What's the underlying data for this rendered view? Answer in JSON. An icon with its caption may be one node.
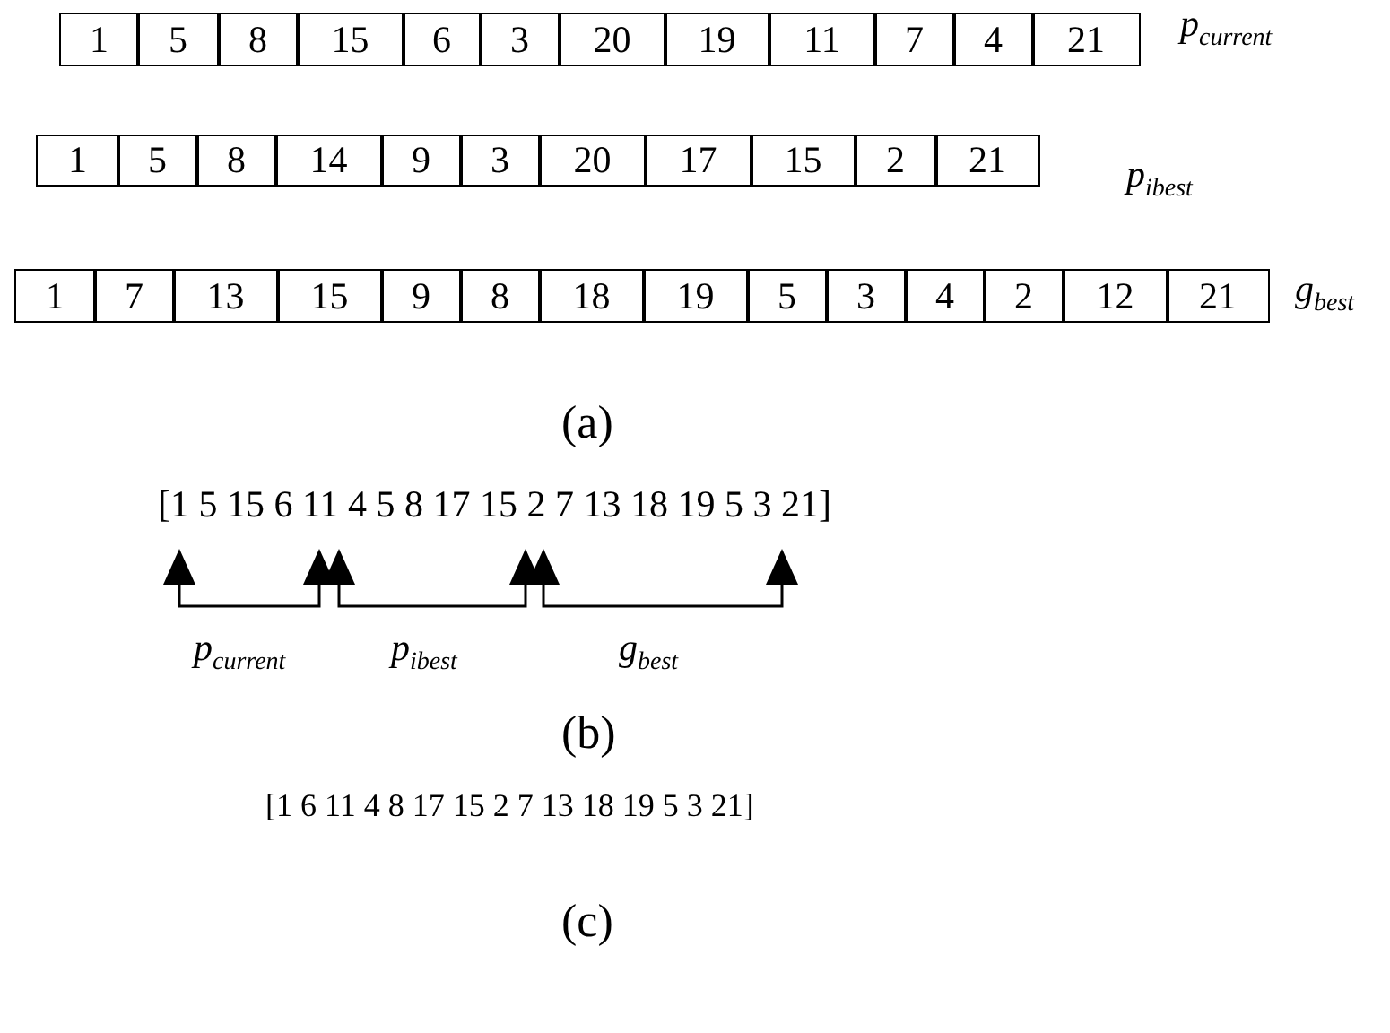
{
  "diagram": {
    "labels": [
      "1",
      "5",
      "8",
      "15",
      "6",
      "3",
      "20",
      "19",
      "11",
      "7",
      "4",
      "21",
      "p$_{current}$",
      "1",
      "5",
      "8",
      "14",
      "9",
      "3",
      "20",
      "17",
      "15",
      "2",
      "21",
      "p$_{ibest}$",
      "1",
      "7",
      "13",
      "15",
      "9",
      "8",
      "18",
      "19",
      "5",
      "3",
      "4",
      "2",
      "12",
      "21",
      "g$_{best}$",
      "(a)",
      "[1 5 15 6 11 4 5 8 17 15 2 7 13 18 19 5 3 21]",
      "p$_{current}$",
      "p$_{ibest}$",
      "g$_{best}$",
      "(b)",
      "[1 6 11 4 8 17 15 2 7 13 18 19 5 3 21]",
      "(c)"
    ]
  }
}
